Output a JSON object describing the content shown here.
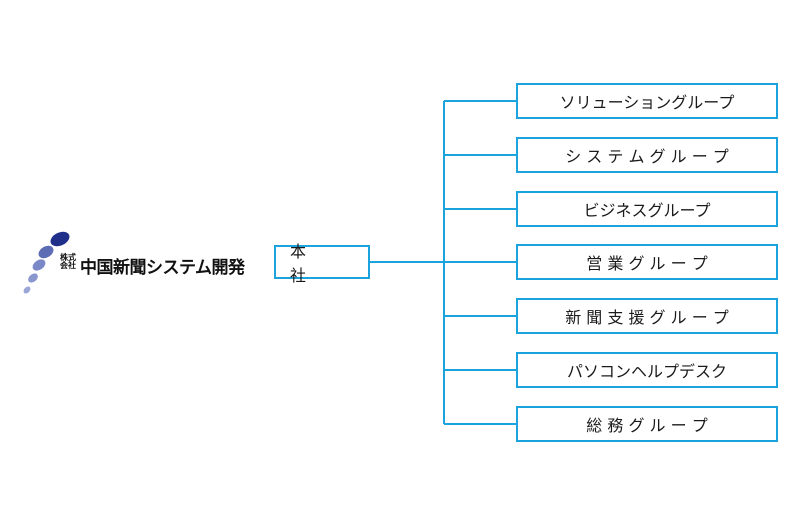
{
  "logo": {
    "small_text": "株式会社",
    "company_name": "中国新聞システム開発",
    "icon": "dot-swoosh-logo"
  },
  "headquarters": {
    "label": "本　社"
  },
  "groups": [
    {
      "label": "ソリューショングループ"
    },
    {
      "label": "シ ス テ ム グ ル ー プ"
    },
    {
      "label": "ビジネスグループ"
    },
    {
      "label": "営 業 グ ル ー プ"
    },
    {
      "label": "新 聞 支 援 グ ル ー プ"
    },
    {
      "label": "パソコンヘルプデスク"
    },
    {
      "label": "総 務 グ ル ー プ"
    }
  ],
  "colors": {
    "line": "#1aa3dc",
    "logo_dark": "#1f2f8a",
    "logo_light": "#6f7fc0"
  }
}
